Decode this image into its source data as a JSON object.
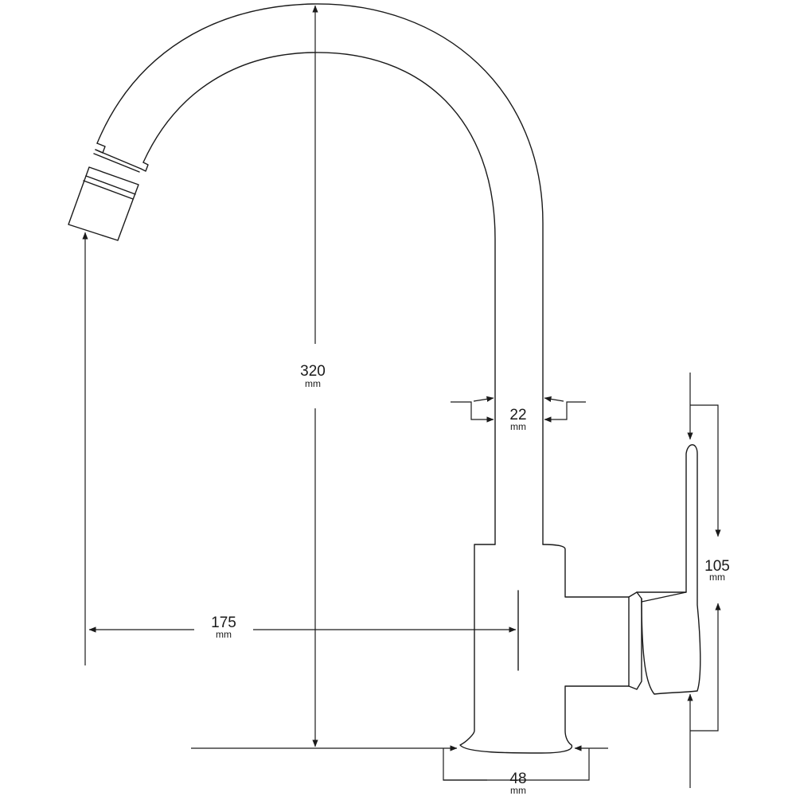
{
  "diagram": {
    "subject": "faucet technical drawing",
    "stroke_color": "#1a1a1a",
    "background": "#ffffff"
  },
  "dimensions": {
    "height": {
      "value": "320",
      "unit": "mm"
    },
    "pipe_diameter": {
      "value": "22",
      "unit": "mm"
    },
    "reach": {
      "value": "175",
      "unit": "mm"
    },
    "handle_height": {
      "value": "105",
      "unit": "mm"
    },
    "base_diameter": {
      "value": "48",
      "unit": "mm"
    }
  }
}
